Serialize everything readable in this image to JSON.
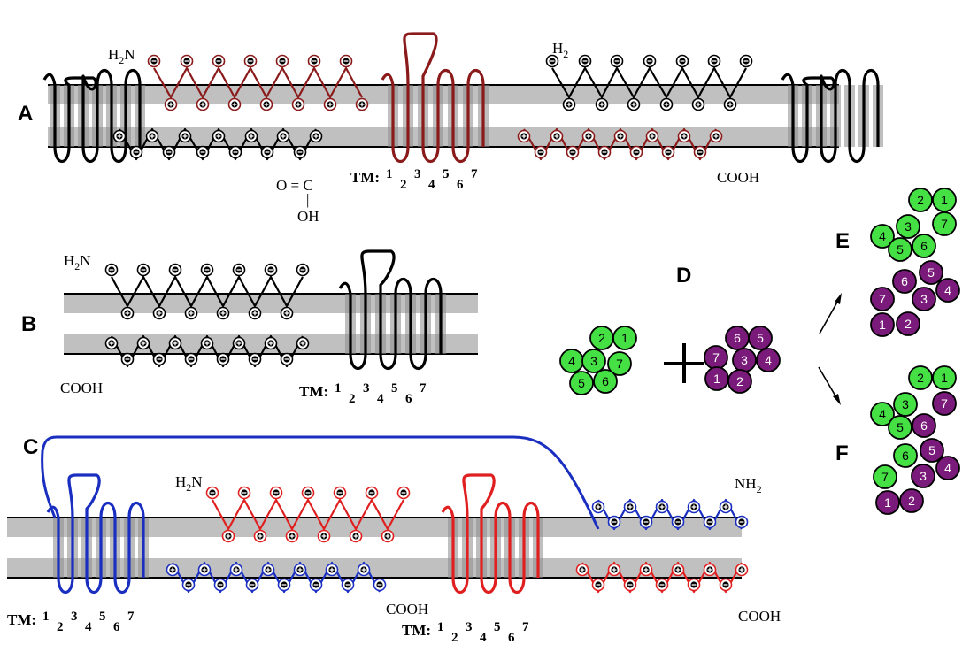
{
  "figure": {
    "panels": {
      "A": {
        "label": "A",
        "left_chain": {
          "start_label": "H",
          "start_sub": "2",
          "start_suffix": "N",
          "end_label_top": "O = C",
          "end_label_mid": "|",
          "end_label_bottom": "OH",
          "color": "#000000"
        },
        "center_chain": {
          "end_label": "COOH",
          "color": "#8b1a1a"
        },
        "right_chain": {
          "start_label": "H",
          "start_sub": "2",
          "color": "#000000"
        },
        "tm_label": "TM:",
        "tm_numbers": [
          "1",
          "2",
          "3",
          "4",
          "5",
          "6",
          "7"
        ]
      },
      "B": {
        "label": "B",
        "start_label": "H",
        "start_sub": "2",
        "start_suffix": "N",
        "end_label": "COOH",
        "tm_label": "TM:",
        "tm_numbers": [
          "1",
          "2",
          "3",
          "4",
          "5",
          "6",
          "7"
        ],
        "color": "#000000"
      },
      "C": {
        "label": "C",
        "blue_chain": {
          "start_label": "NH",
          "start_sub": "2",
          "end_label": "COOH",
          "color": "#1a2fc0"
        },
        "red_chain": {
          "start_label": "H",
          "start_sub": "2",
          "start_suffix": "N",
          "end_label": "COOH",
          "color": "#e02020"
        },
        "tm_label_left": "TM:",
        "tm_label_right": "TM:",
        "tm_numbers": [
          "1",
          "2",
          "3",
          "4",
          "5",
          "6",
          "7"
        ]
      },
      "D": {
        "label": "D",
        "operator": "+",
        "green_bundle": [
          "1",
          "2",
          "3",
          "4",
          "5",
          "6",
          "7"
        ],
        "purple_bundle": [
          "1",
          "2",
          "3",
          "4",
          "5",
          "6",
          "7"
        ]
      },
      "E": {
        "label": "E"
      },
      "F": {
        "label": "F"
      }
    },
    "charges": {
      "negative": "−",
      "positive": "+"
    },
    "colors": {
      "membrane": "#c0c0c0",
      "green": "#44e044",
      "purple": "#7a1a7a",
      "dark_red": "#8b1a1a",
      "red": "#e02020",
      "blue": "#1a2fc0",
      "black": "#000000"
    }
  }
}
